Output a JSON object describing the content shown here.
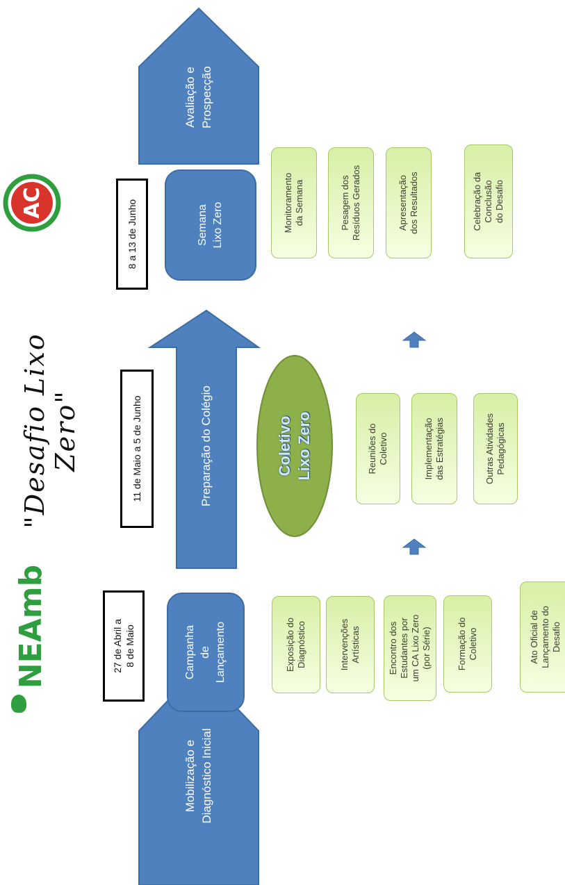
{
  "title": "\"Desafio Lixo Zero\"",
  "logos": {
    "neamb": "NEAmb",
    "ac": "AC"
  },
  "phases": {
    "start": "Mobilização e\nDiagnóstico Inicial",
    "end": "Avaliação e\nProspecção",
    "middle_arrow": "Preparação do Colégio"
  },
  "dates": {
    "d1": "27 de Abril a\n8 de Maio",
    "d2": "11 de Maio a 5 de Junho",
    "d3": "8 a 13 de Junho"
  },
  "stages": {
    "campanha": "Campanha\nde\nLançamento",
    "coletivo": "Coletivo\nLixo Zero",
    "semana": "Semana\nLixo Zero"
  },
  "campanha_items": [
    "Exposição do\nDiagnóstico",
    "Intervenções\nArtísticas",
    "Encontro dos\nEstudantes por\num CA Lixo Zero\n(por Série)",
    "Formação do\nColetivo",
    "Ato Oficial de\nLançamento do\nDesafio"
  ],
  "coletivo_items": [
    "Reuniões do\nColetivo",
    "Implementação\ndas Estratégias",
    "Outras Atividades\nPedagógicas"
  ],
  "semana_items": [
    "Monitoramento\nda Semana",
    "Pesagem dos\nResíduos Gerados",
    "Apresentação\ndos Resultados",
    "Celebração da\nConclusão\ndo Desafio"
  ],
  "colors": {
    "blue": "#4e81bd",
    "blue_dark": "#3d6ca4",
    "green_fill": "#d7efa6",
    "olive": "#8db04a",
    "logo_green": "#2f9e3f",
    "logo_red": "#d8342c"
  }
}
